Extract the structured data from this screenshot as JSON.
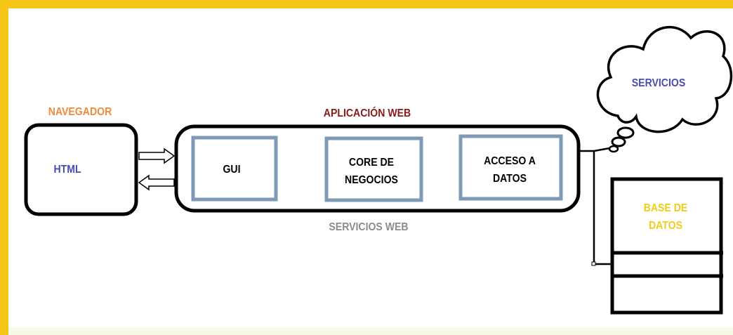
{
  "navegador": {
    "title": "NAVEGADOR",
    "html": "HTML"
  },
  "aplicacion": {
    "title": "APLICACIÓN WEB",
    "gui": "GUI",
    "core_line1": "CORE DE",
    "core_line2": "NEGOCIOS",
    "acceso_line1": "ACCESO A",
    "acceso_line2": "DATOS"
  },
  "servicios_web": "SERVICIOS WEB",
  "servicios": "SERVICIOS",
  "base_datos": {
    "line1": "BASE DE",
    "line2": "DATOS"
  },
  "colors": {
    "frame": "#f5c518",
    "navegador_title": "#f08a3c",
    "html_text": "#4b4bb4",
    "aplicacion_title": "#8b1a1a",
    "module_border": "#7f9ab6",
    "servicios_web": "#8c8c8c",
    "servicios": "#4b4bb4",
    "base_datos": "#f2cc1a"
  }
}
